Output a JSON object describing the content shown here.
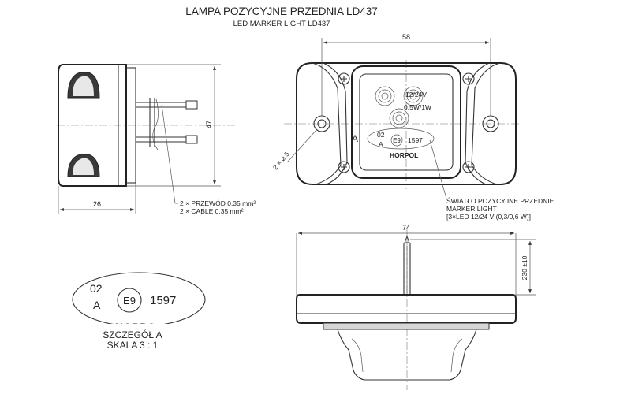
{
  "title": {
    "main": "LAMPA POZYCYJNE PRZEDNIA LD437",
    "sub": "LED MARKER LIGHT LD437"
  },
  "dimensions": {
    "side_height": "47",
    "side_depth": "26",
    "front_width": "58",
    "holes": "2 × ⌀ 5",
    "bottom_width": "74",
    "cable_length": "230 ±10"
  },
  "cable_note": {
    "line1": "2 × PRZEWÓD 0,35 mm²",
    "line2": "2 × CABLE 0,35 mm²"
  },
  "lens": {
    "voltage": "12/24V",
    "power": "0,5W/1W",
    "approval_code": "02",
    "approval_letter": "A",
    "e_mark": "E9",
    "number": "1597",
    "brand": "HORPOL",
    "side_letter": "A"
  },
  "function_note": {
    "line1": "ŚWIATŁO POZYCYJNE PRZEDNIE",
    "line2": "MARKER LIGHT",
    "line3": "[3×LED 12/24 V (0,3/0,6 W)]"
  },
  "detail": {
    "code": "02",
    "letter": "A",
    "e_mark": "E9",
    "number": "1597",
    "cut_text": "HORPO",
    "caption1": "SZCZEGÓŁ A",
    "caption2": "SKALA 3 : 1"
  }
}
